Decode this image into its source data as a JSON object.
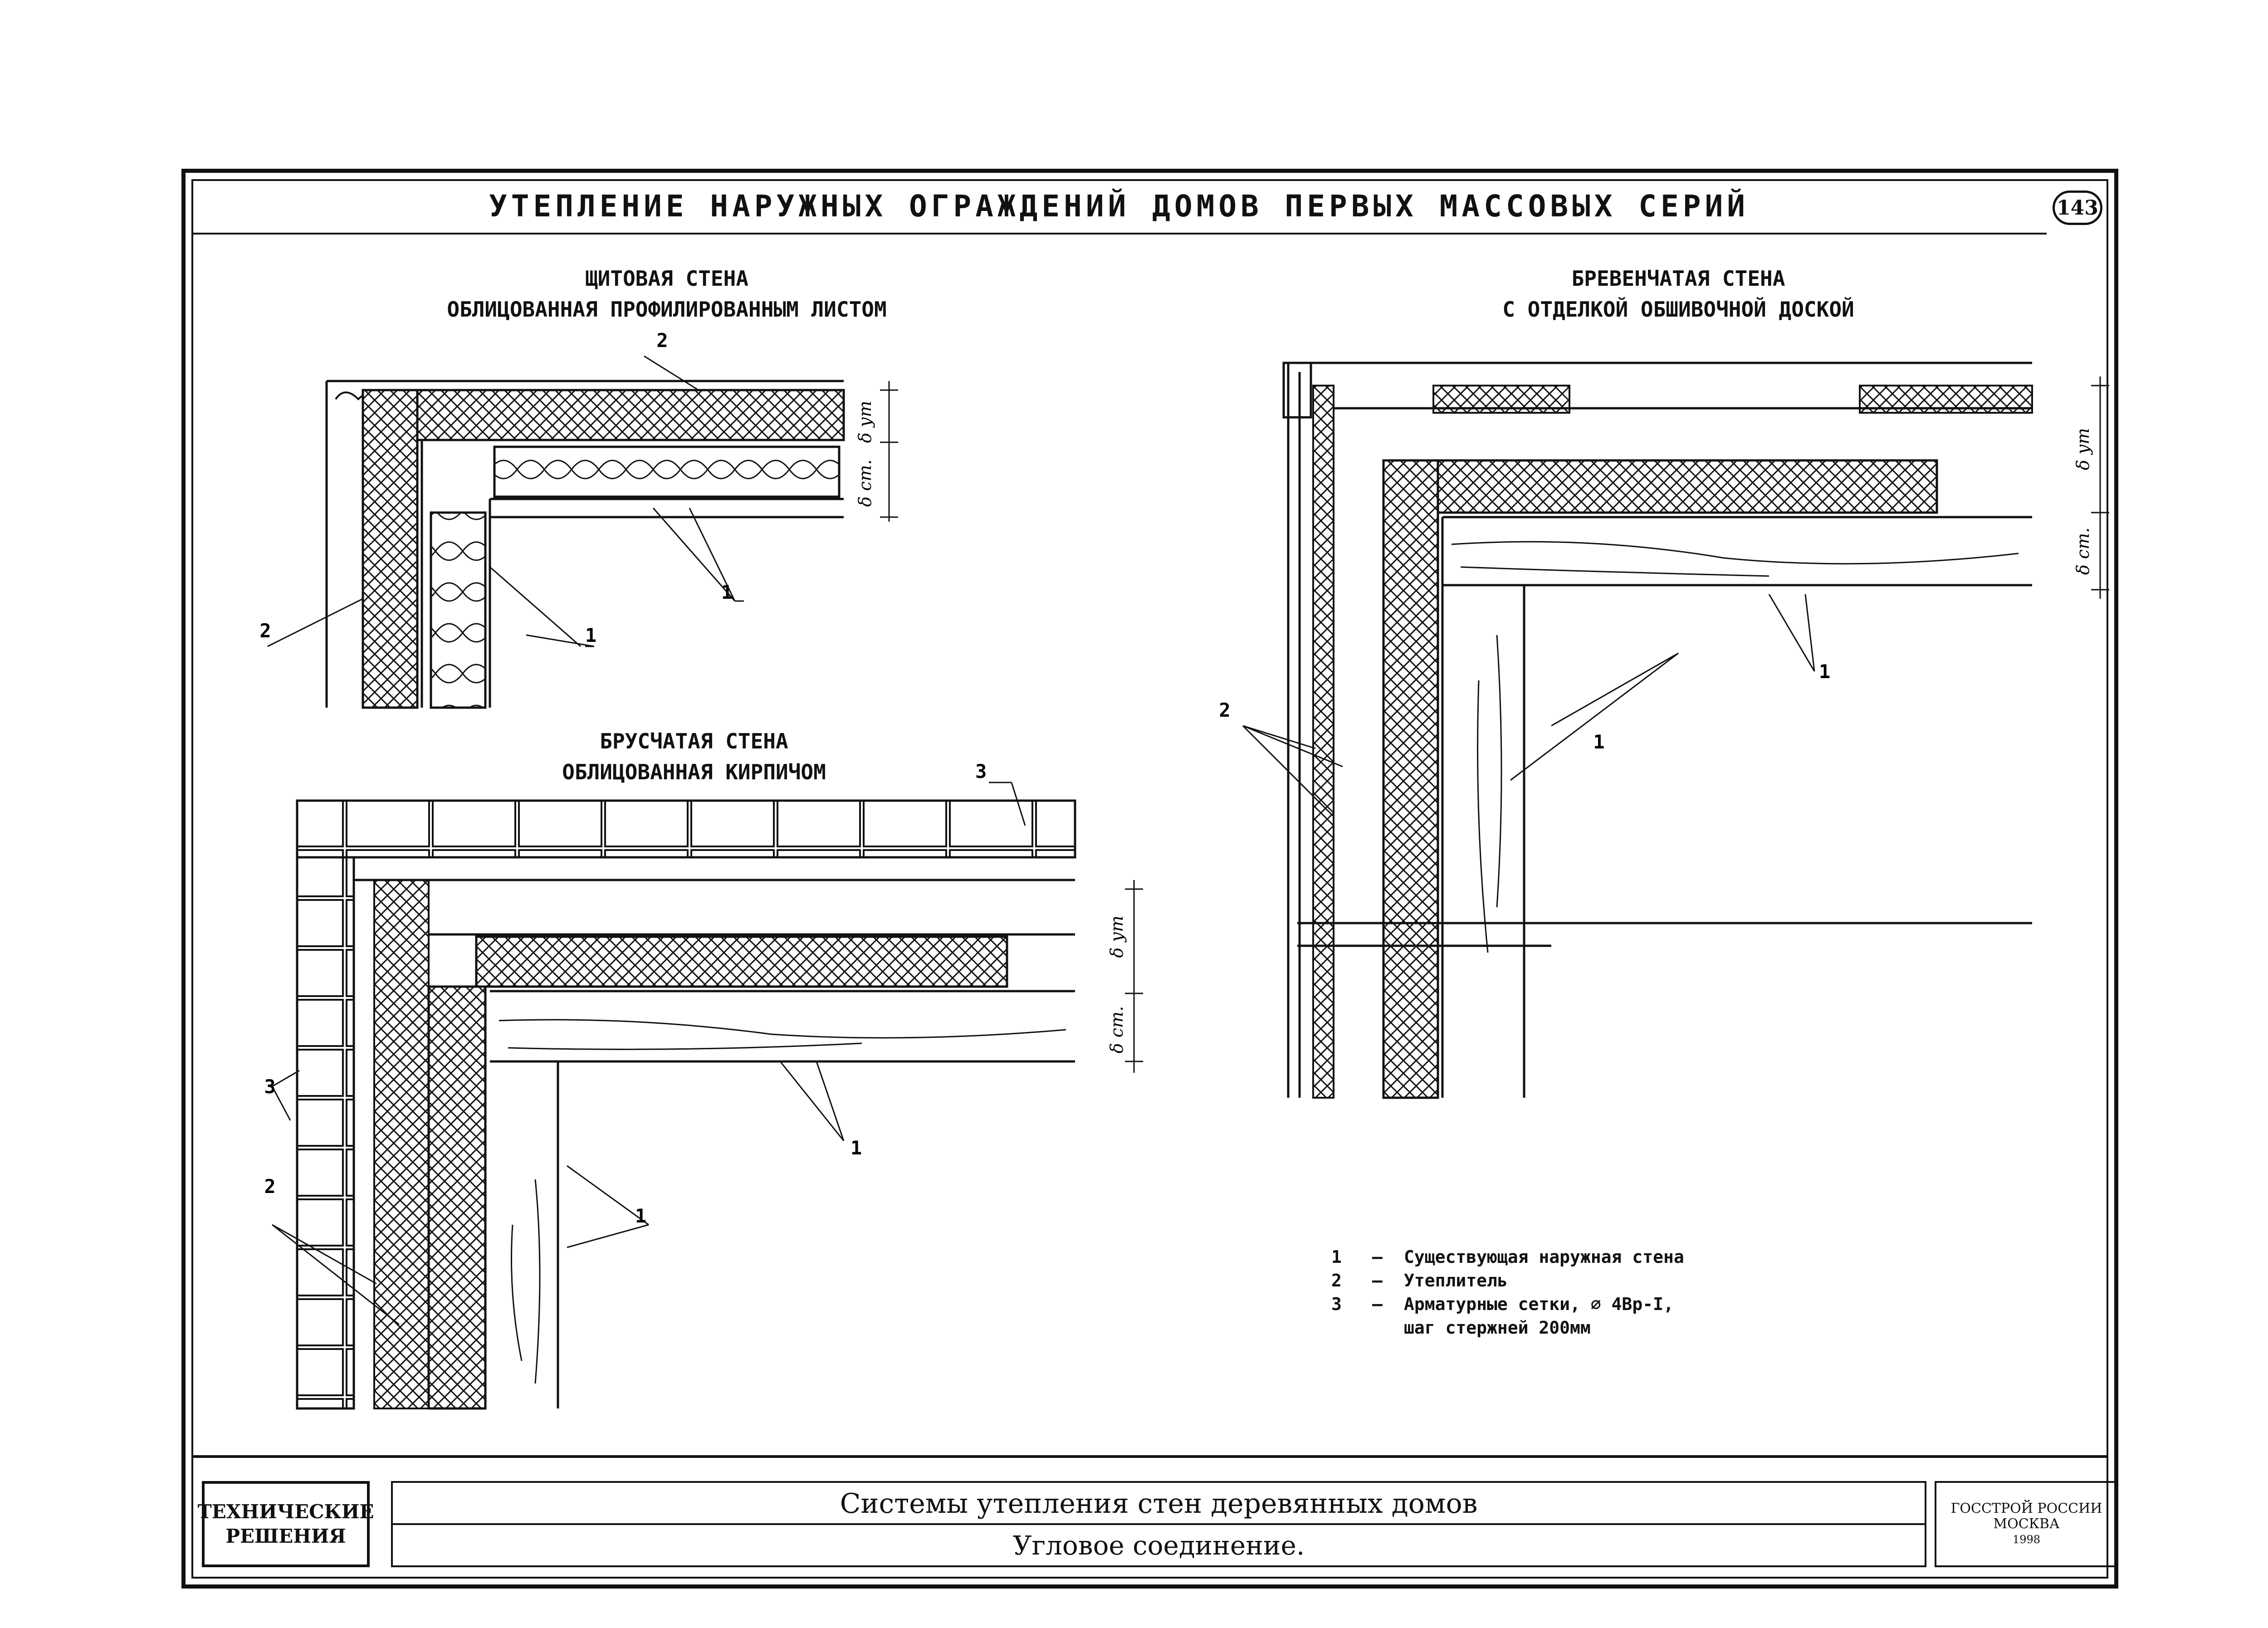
{
  "header": {
    "title": "УТЕПЛЕНИЕ НАРУЖНЫХ ОГРАЖДЕНИЙ ДОМОВ ПЕРВЫХ МАССОВЫХ СЕРИЙ",
    "sheet_number": "143"
  },
  "details": [
    {
      "caption_line1": "ЩИТОВАЯ СТЕНА",
      "caption_line2": "ОБЛИЦОВАННАЯ ПРОФИЛИРОВАННЫМ ЛИСТОМ"
    },
    {
      "caption_line1": "БРЕВЕНЧАТАЯ СТЕНА",
      "caption_line2": "С ОТДЕЛКОЙ ОБШИВОЧНОЙ ДОСКОЙ"
    },
    {
      "caption_line1": "БРУСЧАТАЯ СТЕНА",
      "caption_line2": "ОБЛИЦОВАННАЯ КИРПИЧОМ"
    }
  ],
  "callouts": {
    "one": "1",
    "two": "2",
    "three": "3"
  },
  "dimensions": {
    "insulation": "δ ут",
    "wall": "δ ст."
  },
  "legend": {
    "items": [
      {
        "num": "1",
        "dash": "–",
        "text": "Существующая наружная стена"
      },
      {
        "num": "2",
        "dash": "–",
        "text": "Утеплитель"
      },
      {
        "num": "3",
        "dash": "–",
        "text": "Арматурные сетки, ⌀ 4Вр-I,"
      }
    ],
    "continuation": "шаг стержней 200мм"
  },
  "title_block": {
    "category_line1": "ТЕХНИЧЕСКИЕ",
    "category_line2": "РЕШЕНИЯ",
    "subject": "Системы утепления стен деревянных домов",
    "sheet_name": "Угловое соединение.",
    "org_line1": "ГОССТРОЙ РОССИИ",
    "org_line2": "МОСКВА",
    "year": "1998"
  }
}
